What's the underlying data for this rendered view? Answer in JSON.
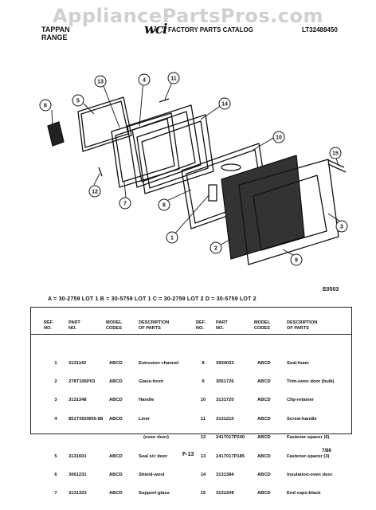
{
  "watermark": "AppliancePartsPros.com",
  "header": {
    "brand_line1": "TAPPAN",
    "brand_line2": "RANGE",
    "logo": "wci",
    "catalog_title": "FACTORY PARTS CATALOG",
    "model": "LT32488450"
  },
  "diagram": {
    "code": "E0503",
    "callouts": [
      "1",
      "2",
      "3",
      "4",
      "5",
      "6",
      "7",
      "8",
      "9",
      "10",
      "11",
      "12",
      "13",
      "14",
      "15"
    ]
  },
  "lot_legend": "A = 30-2759 LOT 1     B = 30-5759 LOT 1     C = 30-2759 LOT 2     D = 30-5759 LOT 2",
  "table": {
    "headers": {
      "ref": [
        "REF.",
        "NO."
      ],
      "part": [
        "PART",
        "NO."
      ],
      "model": [
        "MODEL",
        "CODES"
      ],
      "desc": [
        "DESCRIPTION",
        "OF PARTS"
      ]
    },
    "left": [
      {
        "ref": "1",
        "part": "3131142",
        "codes": "ABCD",
        "desc": "Extrusion channel"
      },
      {
        "ref": "2",
        "part": "278T106P03",
        "codes": "ABCD",
        "desc": "Glass-front"
      },
      {
        "ref": "3",
        "part": "3131348",
        "codes": "ABCD",
        "desc": "Handle"
      },
      {
        "ref": "4",
        "part": "851T092W05-88",
        "codes": "ABCD",
        "desc": "Liner"
      },
      {
        "ref": "",
        "part": "",
        "codes": "",
        "desc": "(oven door)"
      },
      {
        "ref": "5",
        "part": "3131601",
        "codes": "ABCD",
        "desc": "Seal s/c door"
      },
      {
        "ref": "6",
        "part": "3061231",
        "codes": "ABCD",
        "desc": "Shield-wool"
      },
      {
        "ref": "7",
        "part": "3131323",
        "codes": "ABCD",
        "desc": "Support-glass"
      }
    ],
    "right": [
      {
        "ref": "8",
        "part": "3934033",
        "codes": "ABCD",
        "desc": "Seal-foam"
      },
      {
        "ref": "9",
        "part": "3051726",
        "codes": "ABCD",
        "desc": "Trim-oven door (bulk)"
      },
      {
        "ref": "10",
        "part": "3131720",
        "codes": "ABCD",
        "desc": "Clip-retainer"
      },
      {
        "ref": "11",
        "part": "3131210",
        "codes": "ABCD",
        "desc": "Screw-handle"
      },
      {
        "ref": "12",
        "part": "2417017P240",
        "codes": "ABCD",
        "desc": "Fastener-spacer (6)"
      },
      {
        "ref": "13",
        "part": "2417017P185",
        "codes": "ABCD",
        "desc": "Fastener-spacer (3)"
      },
      {
        "ref": "14",
        "part": "3131384",
        "codes": "ABCD",
        "desc": "Insulation-oven door"
      },
      {
        "ref": "15",
        "part": "3131208",
        "codes": "ABCD",
        "desc": "End caps-black"
      }
    ]
  },
  "footer": {
    "page": "F-13",
    "date": "7/88"
  }
}
